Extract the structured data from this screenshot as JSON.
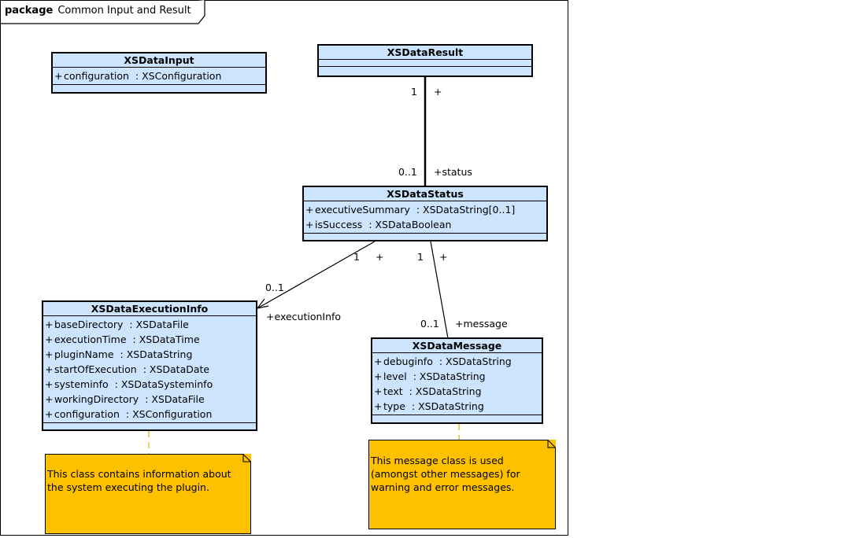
{
  "package": {
    "keyword": "package",
    "name": "Common Input and Result"
  },
  "classes": {
    "input": {
      "name": "XSDataInput",
      "attributes": [
        {
          "vis": "+",
          "name": "configuration",
          "type": ": XSConfiguration"
        }
      ]
    },
    "result": {
      "name": "XSDataResult"
    },
    "status": {
      "name": "XSDataStatus",
      "attributes": [
        {
          "vis": "+",
          "name": "executiveSummary",
          "type": ": XSDataString[0..1]"
        },
        {
          "vis": "+",
          "name": "isSuccess",
          "type": ": XSDataBoolean"
        }
      ]
    },
    "execinfo": {
      "name": "XSDataExecutionInfo",
      "attributes": [
        {
          "vis": "+",
          "name": "baseDirectory",
          "type": ": XSDataFile"
        },
        {
          "vis": "+",
          "name": "executionTime",
          "type": ": XSDataTime"
        },
        {
          "vis": "+",
          "name": "pluginName",
          "type": ": XSDataString"
        },
        {
          "vis": "+",
          "name": "startOfExecution",
          "type": ": XSDataDate"
        },
        {
          "vis": "+",
          "name": "systeminfo",
          "type": ": XSDataSysteminfo"
        },
        {
          "vis": "+",
          "name": "workingDirectory",
          "type": ": XSDataFile"
        },
        {
          "vis": "+",
          "name": "configuration",
          "type": ": XSConfiguration"
        }
      ]
    },
    "message": {
      "name": "XSDataMessage",
      "attributes": [
        {
          "vis": "+",
          "name": "debuginfo",
          "type": ": XSDataString"
        },
        {
          "vis": "+",
          "name": "level",
          "type": ": XSDataString"
        },
        {
          "vis": "+",
          "name": "text",
          "type": ": XSDataString"
        },
        {
          "vis": "+",
          "name": "type",
          "type": ": XSDataString"
        }
      ]
    }
  },
  "associations": {
    "result_status": {
      "source_mult": "1",
      "source_vis": "+",
      "target_mult": "0..1",
      "target_role": "+status"
    },
    "status_execinfo": {
      "source_mult": "1",
      "source_vis": "+",
      "target_mult": "0..1",
      "target_role": "+executionInfo"
    },
    "status_message": {
      "source_mult": "1",
      "source_vis": "+",
      "target_mult": "0..1",
      "target_role": "+message"
    }
  },
  "notes": {
    "execinfo": "This class contains information about the system executing the plugin.",
    "message": "This message class is used (amongst other messages) for warning and error messages."
  },
  "colors": {
    "class_fill": "#cce4fe",
    "note_fill": "#fec100",
    "note_connector": "#e0b000"
  }
}
